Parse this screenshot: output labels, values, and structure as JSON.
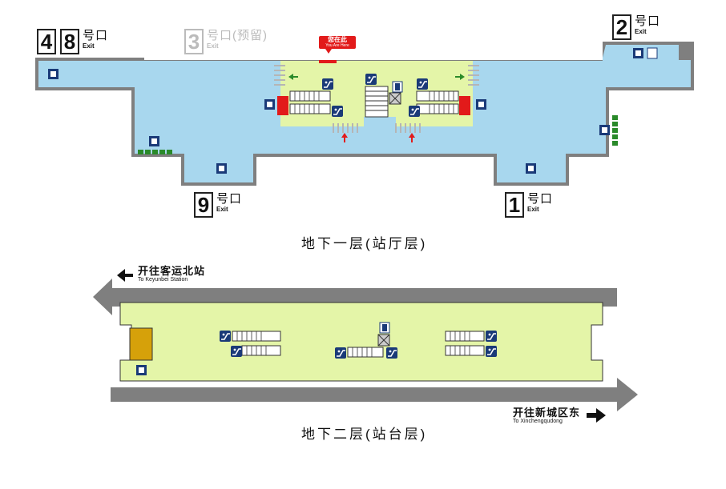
{
  "exits": {
    "e48": {
      "num_a": "4",
      "num_b": "8",
      "zh": "号口",
      "en": "Exit"
    },
    "e3": {
      "num": "3",
      "zh": "号口(预留)",
      "en": "Exit"
    },
    "e2": {
      "num": "2",
      "zh": "号口",
      "en": "Exit"
    },
    "e9": {
      "num": "9",
      "zh": "号口",
      "en": "Exit"
    },
    "e1": {
      "num": "1",
      "zh": "号口",
      "en": "Exit"
    }
  },
  "you_are_here": {
    "zh": "您在此",
    "en": "You Are Here"
  },
  "floors": {
    "b1": "地下一层(站厅层)",
    "b2": "地下二层(站台层)"
  },
  "directions": {
    "west": {
      "zh": "开往客运北站",
      "en": "To Keyunbei Station"
    },
    "east": {
      "zh": "开往新城区东",
      "en": "To Xinchengqudong"
    }
  },
  "colors": {
    "concourse": "#a8d7ee",
    "paid_area": "#e4f5a8",
    "track": "#7f7f7f",
    "gate_red": "#e21a1a",
    "icon_blue": "#1a3a78",
    "green_exit": "#2a8a2a",
    "elevator_box": "#d6a10a"
  },
  "icons": [
    "exit-arrow-icon",
    "escalator-icon",
    "stairs-icon",
    "elevator-icon",
    "toilet-icon",
    "accessible-icon",
    "service-desk-icon"
  ]
}
